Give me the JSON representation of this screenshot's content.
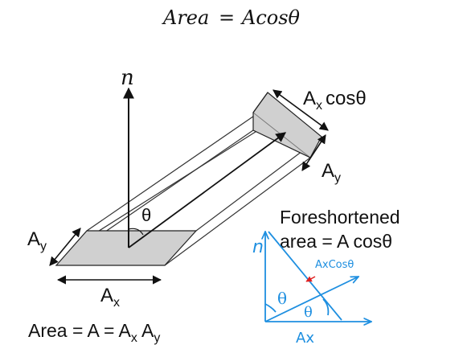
{
  "formula": {
    "lhs": "Area",
    "equals": "=",
    "rhs": "Acosθ"
  },
  "labels": {
    "normal": "n",
    "ax_cos_main": "A",
    "ax_cos_sub": "x",
    "ax_cos_tail": "cosθ",
    "ay_right_main": "A",
    "ay_right_sub": "y",
    "theta_main": "θ",
    "ay_left_main": "A",
    "ay_left_sub": "y",
    "ax_bottom_main": "A",
    "ax_bottom_sub": "x",
    "foreshortened_line1": "Foreshortened",
    "foreshortened_line2": "area = A cosθ",
    "area_eq_prefix": "Area = A = A",
    "area_eq_sub1": "x",
    "area_eq_mid": " A",
    "area_eq_sub2": "y"
  },
  "annotation": {
    "n": "n",
    "axcos": "AxCosθ",
    "theta1": "θ",
    "theta2": "θ",
    "ax": "Ax"
  },
  "colors": {
    "ink": "#111111",
    "fill_gray": "#d0d0d0",
    "annotation_blue": "#1e8fe0",
    "annotation_red": "#e02020"
  }
}
